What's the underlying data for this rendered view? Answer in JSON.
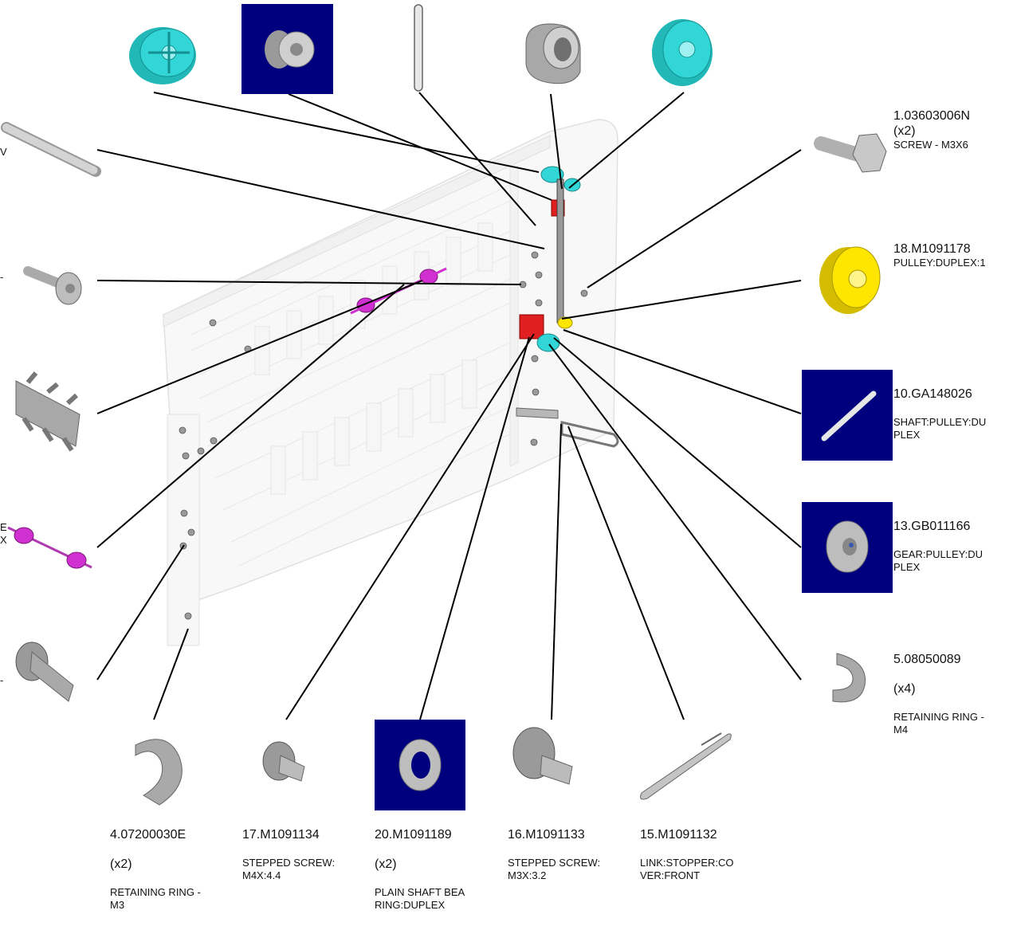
{
  "colors": {
    "navy": "#00007f",
    "cyan": "#33d6d6",
    "magenta": "#d030d0",
    "yellow": "#ffe600",
    "red": "#e02020",
    "gray": "#bdbdbd"
  },
  "parts": [
    {
      "id": "p1",
      "part_number": "1.03603006N",
      "qty": "(x2)",
      "description": "SCREW - M3X6"
    },
    {
      "id": "p18",
      "part_number": "18.M1091178",
      "qty": "",
      "description": "PULLEY:DUPLEX:1"
    },
    {
      "id": "p10",
      "part_number": "10.GA148026",
      "qty": "",
      "description": "SHAFT:PULLEY:DU\nPLEX"
    },
    {
      "id": "p13",
      "part_number": "13.GB011166",
      "qty": "",
      "description": "GEAR:PULLEY:DU\nPLEX"
    },
    {
      "id": "p5",
      "part_number": "5.08050089",
      "qty": "(x4)",
      "description": "RETAINING RING -\nM4"
    },
    {
      "id": "p4",
      "part_number": "4.07200030E",
      "qty": "(x2)",
      "description": "RETAINING RING -\nM3"
    },
    {
      "id": "p17",
      "part_number": "17.M1091134",
      "qty": "",
      "description": "STEPPED SCREW:\nM4X:4.4"
    },
    {
      "id": "p20",
      "part_number": "20.M1091189",
      "qty": "(x2)",
      "description": "PLAIN SHAFT BEA\nRING:DUPLEX"
    },
    {
      "id": "p16",
      "part_number": "16.M1091133",
      "qty": "",
      "description": "STEPPED SCREW:\nM3X:3.2"
    },
    {
      "id": "p15",
      "part_number": "15.M1091132",
      "qty": "",
      "description": "LINK:STOPPER:CO\nVER:FRONT"
    }
  ],
  "edge_fragments": {
    "screw_row_1": "V",
    "screw_row_2": "-",
    "shaft_row": "E",
    "shaft_row_2": "X",
    "screw_row_3": "-"
  }
}
